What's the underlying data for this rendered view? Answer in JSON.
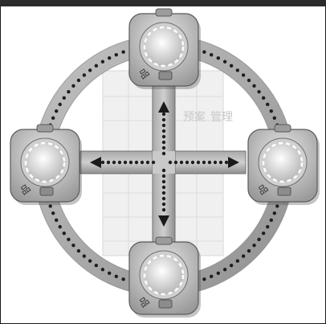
{
  "nodes": [
    {
      "id": "top",
      "glyph": "品"
    },
    {
      "id": "left",
      "glyph": "品"
    },
    {
      "id": "right",
      "glyph": "品"
    },
    {
      "id": "bottom",
      "glyph": "品"
    }
  ],
  "ring_arrows": [
    {
      "id": "top-left-arc",
      "direction": "clockwise"
    },
    {
      "id": "top-right-arc",
      "direction": "clockwise"
    },
    {
      "id": "bottom-right-arc",
      "direction": "clockwise"
    },
    {
      "id": "bottom-left-arc",
      "direction": "clockwise"
    }
  ],
  "cross_arrows": [
    {
      "id": "horizontal",
      "axis": "horizontal"
    },
    {
      "id": "vertical",
      "axis": "vertical"
    }
  ],
  "background": {
    "description_text": [
      "预案",
      "管理"
    ]
  }
}
